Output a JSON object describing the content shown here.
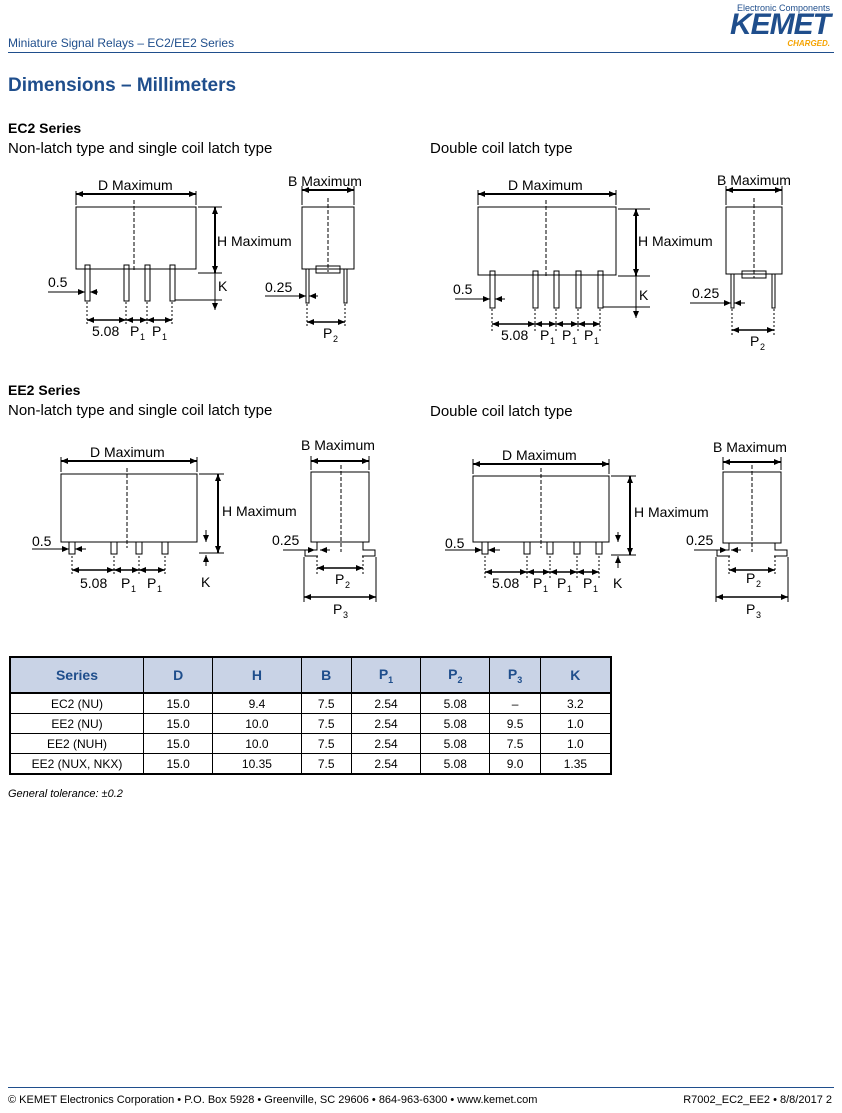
{
  "header": {
    "title": "Miniature Signal Relays – EC2/EE2 Series",
    "logo_top": "Electronic Components",
    "logo_main": "KEMET",
    "logo_tag": "CHARGED."
  },
  "section_title": "Dimensions – Millimeters",
  "ec2": {
    "heading": "EC2 Series",
    "left_caption": "Non-latch type and single coil latch type",
    "right_caption": "Double coil latch type"
  },
  "ee2": {
    "heading": "EE2 Series",
    "left_caption": "Non-latch type and single coil latch type",
    "right_caption": "Double coil latch type"
  },
  "labels": {
    "d_max": "D Maximum",
    "h_max": "H Maximum",
    "b_max": "B Maximum",
    "k": "K",
    "pin_05": "0.5",
    "pin_025": "0.25",
    "p508": "5.08",
    "p": "P",
    "sub1": "1",
    "sub2": "2",
    "sub3": "3"
  },
  "table": {
    "headers": [
      "Series",
      "D",
      "H",
      "B",
      "P",
      "P",
      "P",
      "K"
    ],
    "header_subs": [
      "",
      "",
      "",
      "",
      "1",
      "2",
      "3",
      ""
    ],
    "rows": [
      [
        "EC2 (NU)",
        "15.0",
        "9.4",
        "7.5",
        "2.54",
        "5.08",
        "–",
        "3.2"
      ],
      [
        "EE2 (NU)",
        "15.0",
        "10.0",
        "7.5",
        "2.54",
        "5.08",
        "9.5",
        "1.0"
      ],
      [
        "EE2 (NUH)",
        "15.0",
        "10.0",
        "7.5",
        "2.54",
        "5.08",
        "7.5",
        "1.0"
      ],
      [
        "EE2 (NUX, NKX)",
        "15.0",
        "10.35",
        "7.5",
        "2.54",
        "5.08",
        "9.0",
        "1.35"
      ]
    ]
  },
  "tolerance": "General tolerance: ±0.2",
  "footer": {
    "left": "© KEMET Electronics Corporation • P.O. Box 5928 • Greenville, SC 29606 • 864-963-6300 • www.kemet.com",
    "right": "R7002_EC2_EE2 • 8/8/2017    2"
  }
}
